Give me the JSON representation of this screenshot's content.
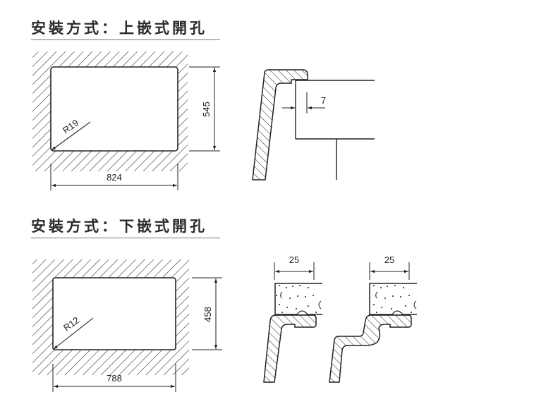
{
  "sections": [
    {
      "title": "安裝方式：上嵌式開孔",
      "cutout": {
        "width_label": "824",
        "height_label": "545",
        "radius_label": "R19"
      },
      "detail": {
        "gap_label": "7"
      }
    },
    {
      "title": "安裝方式：下嵌式開孔",
      "cutout": {
        "width_label": "788",
        "height_label": "458",
        "radius_label": "R12"
      },
      "details": [
        {
          "dim_label": "25"
        },
        {
          "dim_label": "25"
        }
      ]
    }
  ],
  "colors": {
    "line": "#222222",
    "underline": "#777777"
  }
}
